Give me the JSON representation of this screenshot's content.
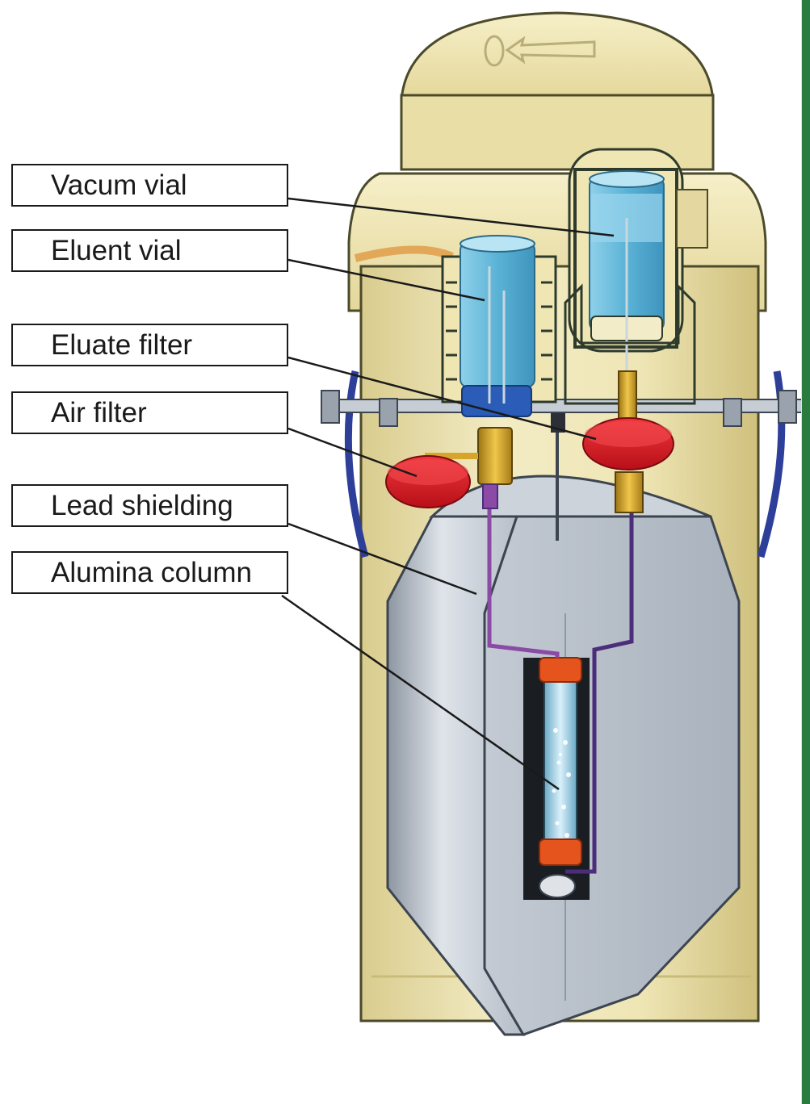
{
  "labels": {
    "vacum_vial": "Vacum vial",
    "eluent_vial": "Eluent vial",
    "eluate_filter": "Eluate filter",
    "air_filter": "Air filter",
    "lead_shielding": "Lead shielding",
    "alumina_column": "Alumina column"
  },
  "colors": {
    "housing": "#efe6b4",
    "housing_shadow": "#c9bb7a",
    "outline": "#2e3a2c",
    "lead": "#b7bfc8",
    "vial_blue": "#5fb6d8",
    "filter_red": "#e21b24",
    "brass": "#d7a52a",
    "column_orange": "#e5541c",
    "tube_purple": "#8a4aa6",
    "edge_green": "#2b7a3e"
  }
}
